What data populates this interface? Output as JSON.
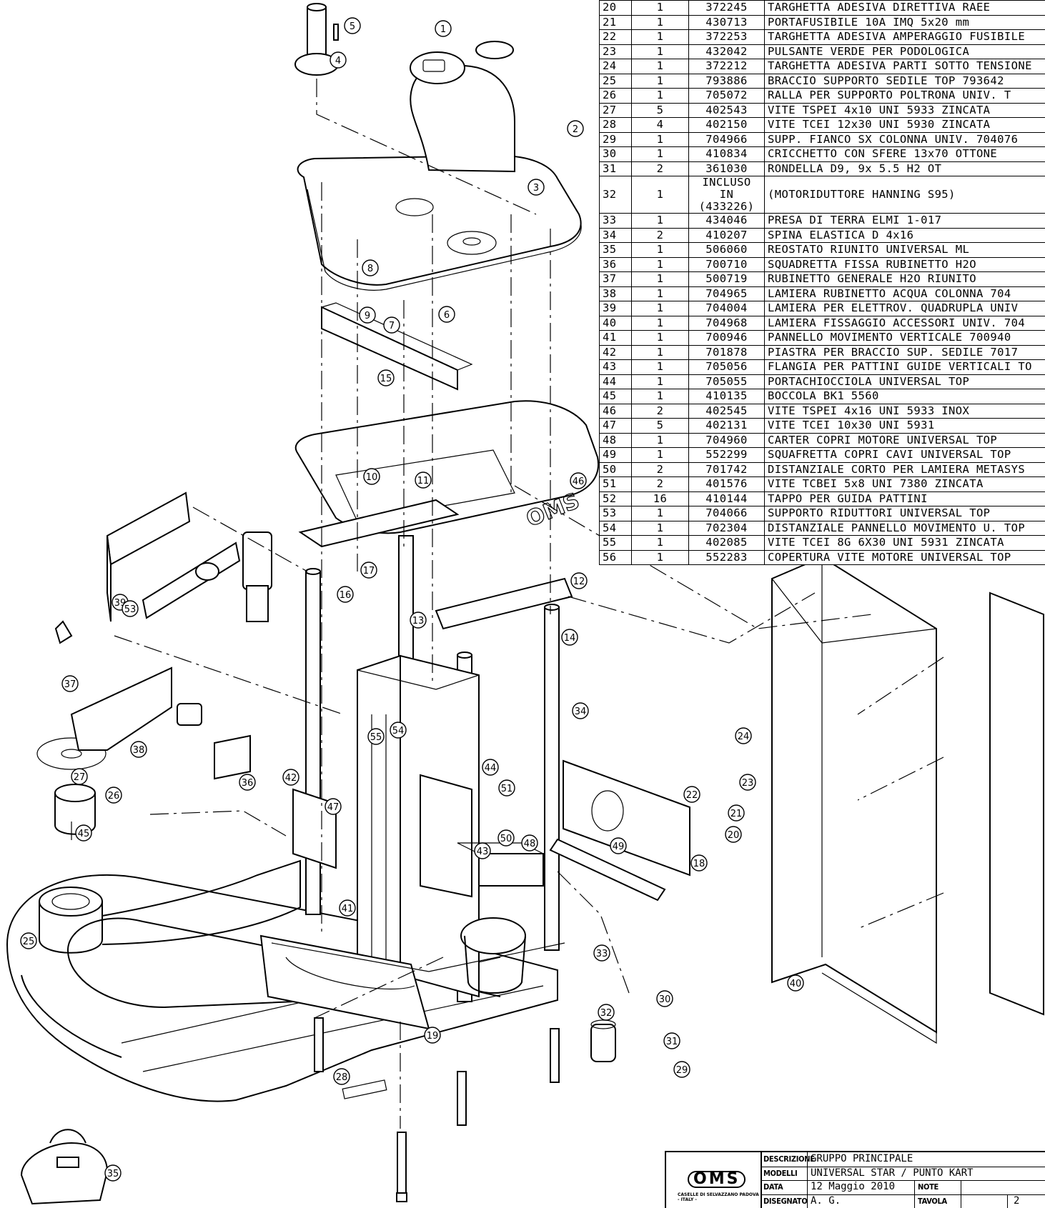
{
  "parts": [
    {
      "pos": "20",
      "qty": "1",
      "code": "372245",
      "desc": "TARGHETTA ADESIVA DIRETTIVA RAEE"
    },
    {
      "pos": "21",
      "qty": "1",
      "code": "430713",
      "desc": "PORTAFUSIBILE 10A IMQ 5x20 mm"
    },
    {
      "pos": "22",
      "qty": "1",
      "code": "372253",
      "desc": "TARGHETTA ADESIVA AMPERAGGIO FUSIBILE"
    },
    {
      "pos": "23",
      "qty": "1",
      "code": "432042",
      "desc": "PULSANTE VERDE PER PODOLOGICA"
    },
    {
      "pos": "24",
      "qty": "1",
      "code": "372212",
      "desc": "TARGHETTA ADESIVA PARTI SOTTO TENSIONE"
    },
    {
      "pos": "25",
      "qty": "1",
      "code": "793886",
      "desc": "BRACCIO SUPPORTO SEDILE TOP 793642"
    },
    {
      "pos": "26",
      "qty": "1",
      "code": "705072",
      "desc": "RALLA PER SUPPORTO POLTRONA UNIV. T"
    },
    {
      "pos": "27",
      "qty": "5",
      "code": "402543",
      "desc": "VITE TSPEI  4x10 UNI 5933 ZINCATA"
    },
    {
      "pos": "28",
      "qty": "4",
      "code": "402150",
      "desc": "VITE TCEI 12x30 UNI 5930 ZINCATA"
    },
    {
      "pos": "29",
      "qty": "1",
      "code": "704966",
      "desc": "SUPP. FIANCO SX COLONNA UNIV. 704076"
    },
    {
      "pos": "30",
      "qty": "1",
      "code": "410834",
      "desc": "CRICCHETTO CON SFERE 13x70 OTTONE"
    },
    {
      "pos": "31",
      "qty": "2",
      "code": "361030",
      "desc": "RONDELLA D9, 9x 5.5 H2 OT"
    },
    {
      "pos": "32",
      "qty": "1",
      "code": "INCLUSO IN (433226)",
      "desc": "(MOTORIDUTTORE HANNING S95)"
    },
    {
      "pos": "33",
      "qty": "1",
      "code": "434046",
      "desc": "PRESA DI TERRA ELMI 1-017"
    },
    {
      "pos": "34",
      "qty": "2",
      "code": "410207",
      "desc": "SPINA ELASTICA D 4x16"
    },
    {
      "pos": "35",
      "qty": "1",
      "code": "506060",
      "desc": "REOSTATO RIUNITO UNIVERSAL ML"
    },
    {
      "pos": "36",
      "qty": "1",
      "code": "700710",
      "desc": "SQUADRETTA FISSA RUBINETTO H2O"
    },
    {
      "pos": "37",
      "qty": "1",
      "code": "500719",
      "desc": "RUBINETTO GENERALE H2O RIUNITO"
    },
    {
      "pos": "38",
      "qty": "1",
      "code": "704965",
      "desc": "LAMIERA RUBINETTO ACQUA COLONNA 704"
    },
    {
      "pos": "39",
      "qty": "1",
      "code": "704004",
      "desc": "LAMIERA PER ELETTROV. QUADRUPLA UNIV"
    },
    {
      "pos": "40",
      "qty": "1",
      "code": "704968",
      "desc": "LAMIERA FISSAGGIO ACCESSORI UNIV. 704"
    },
    {
      "pos": "41",
      "qty": "1",
      "code": "700946",
      "desc": "PANNELLO MOVIMENTO VERTICALE 700940"
    },
    {
      "pos": "42",
      "qty": "1",
      "code": "701878",
      "desc": "PIASTRA PER BRACCIO SUP. SEDILE 7017"
    },
    {
      "pos": "43",
      "qty": "1",
      "code": "705056",
      "desc": "FLANGIA PER PATTINI GUIDE VERTICALI TO"
    },
    {
      "pos": "44",
      "qty": "1",
      "code": "705055",
      "desc": "PORTACHIOCCIOLA UNIVERSAL TOP"
    },
    {
      "pos": "45",
      "qty": "1",
      "code": "410135",
      "desc": "BOCCOLA BK1 5560"
    },
    {
      "pos": "46",
      "qty": "2",
      "code": "402545",
      "desc": "VITE TSPEI 4x16 UNI 5933 INOX"
    },
    {
      "pos": "47",
      "qty": "5",
      "code": "402131",
      "desc": "VITE TCEI 10x30 UNI 5931"
    },
    {
      "pos": "48",
      "qty": "1",
      "code": "704960",
      "desc": "CARTER COPRI MOTORE UNIVERSAL TOP"
    },
    {
      "pos": "49",
      "qty": "1",
      "code": "552299",
      "desc": "SQUAFRETTA COPRI CAVI UNIVERSAL TOP"
    },
    {
      "pos": "50",
      "qty": "2",
      "code": "701742",
      "desc": "DISTANZIALE CORTO PER LAMIERA METASYS"
    },
    {
      "pos": "51",
      "qty": "2",
      "code": "401576",
      "desc": "VITE TCBEI 5x8 UNI 7380 ZINCATA"
    },
    {
      "pos": "52",
      "qty": "16",
      "code": "410144",
      "desc": "TAPPO PER GUIDA PATTINI"
    },
    {
      "pos": "53",
      "qty": "1",
      "code": "704066",
      "desc": "SUPPORTO RIDUTTORI UNIVERSAL TOP"
    },
    {
      "pos": "54",
      "qty": "1",
      "code": "702304",
      "desc": "DISTANZIALE PANNELLO MOVIMENTO U. TOP"
    },
    {
      "pos": "55",
      "qty": "1",
      "code": "402085",
      "desc": "VITE TCEI 8G 6X30 UNI 5931 ZINCATA"
    },
    {
      "pos": "56",
      "qty": "1",
      "code": "552283",
      "desc": "COPERTURA VITE MOTORE UNIVERSAL TOP"
    }
  ],
  "title_block": {
    "logo": "OMS",
    "logo_address": "CASELLE DI SELVAZZANO PADOVA - ITALY -",
    "descrizione_label": "DESCRIZIONE",
    "descrizione": "GRUPPO PRINCIPALE",
    "modelli_label": "MODELLI",
    "modelli": "UNIVERSAL STAR / PUNTO KART",
    "data_label": "DATA",
    "data": "12 Maggio 2010",
    "note_label": "NOTE",
    "disegnato_label": "DISEGNATO",
    "disegnato": "A. G.",
    "tavola_label": "TAVOLA",
    "tavola": "2"
  },
  "drawing": {
    "top_cover_logo": "OMS",
    "callouts": [
      "1",
      "2",
      "3",
      "4",
      "5",
      "6",
      "7",
      "8",
      "9",
      "10",
      "11",
      "12",
      "13",
      "14",
      "15",
      "16",
      "17",
      "18",
      "19",
      "20",
      "21",
      "22",
      "23",
      "24",
      "25",
      "26",
      "27",
      "28",
      "29",
      "30",
      "31",
      "32",
      "33",
      "34",
      "35",
      "36",
      "37",
      "38",
      "39",
      "40",
      "41",
      "42",
      "43",
      "44",
      "45",
      "46",
      "47",
      "48",
      "49",
      "50",
      "51",
      "53",
      "54",
      "55"
    ]
  }
}
